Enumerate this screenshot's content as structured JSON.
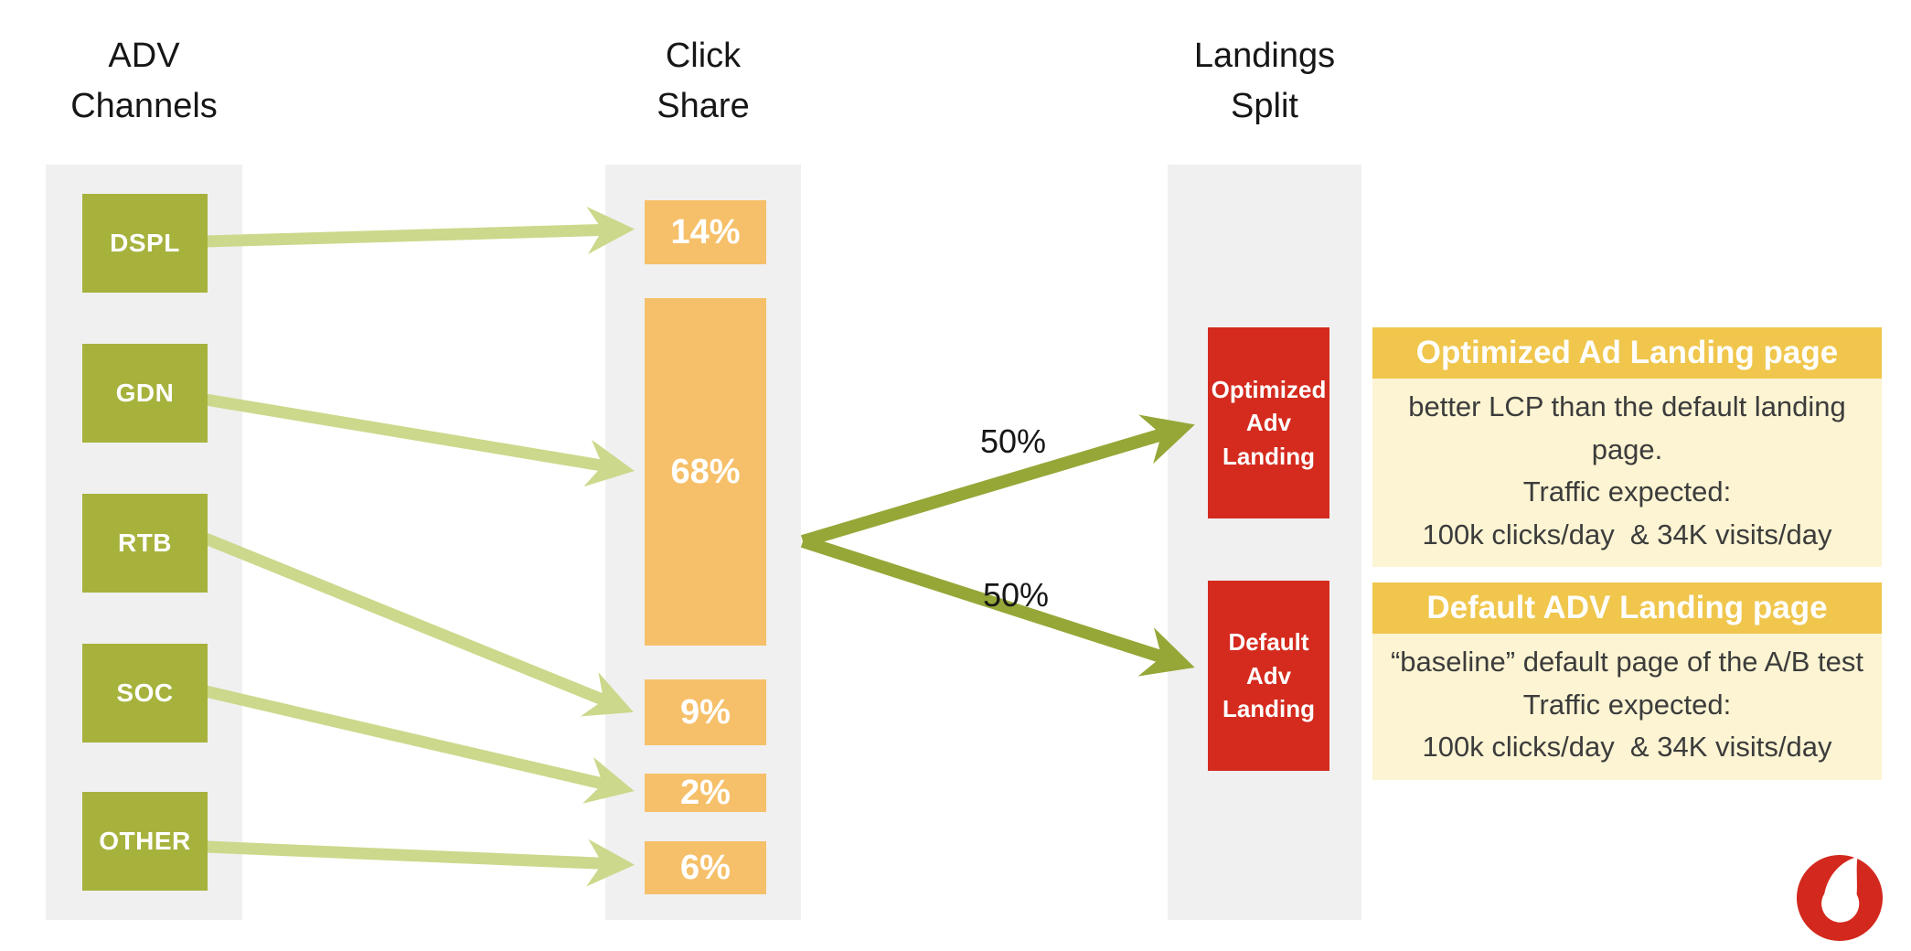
{
  "page": {
    "background": "#ffffff"
  },
  "colors": {
    "channel_green": "#a7b23d",
    "light_arrow_green": "#ccd88b",
    "split_arrow_olive": "#96a737",
    "share_orange": "#f6c06a",
    "landing_red": "#d42b1e",
    "info_title_yellow": "#f0c64d",
    "info_body_yellow": "#fcf4d2",
    "column_grey": "#f0f0f0",
    "logo_red": "#d3281e"
  },
  "headers": {
    "adv_channels": "ADV\nChannels",
    "click_share": "Click\nShare",
    "landings_split": "Landings\nSplit"
  },
  "channels": [
    {
      "label": "DSPL"
    },
    {
      "label": "GDN"
    },
    {
      "label": "RTB"
    },
    {
      "label": "SOC"
    },
    {
      "label": "OTHER"
    }
  ],
  "click_share": [
    {
      "label": "14%"
    },
    {
      "label": "68%"
    },
    {
      "label": "9%"
    },
    {
      "label": "2%"
    },
    {
      "label": "6%"
    }
  ],
  "flows": [
    {
      "from": "DSPL",
      "to": "14%"
    },
    {
      "from": "GDN",
      "to": "68%"
    },
    {
      "from": "RTB",
      "to": "9%"
    },
    {
      "from": "SOC",
      "to": "2%"
    },
    {
      "from": "OTHER",
      "to": "6%"
    }
  ],
  "split": {
    "from": "68%",
    "branches": [
      {
        "label": "50%",
        "to": "Optimized Adv Landing"
      },
      {
        "label": "50%",
        "to": "Default Adv Landing"
      }
    ]
  },
  "landings": [
    {
      "label": "Optimized\nAdv\nLanding"
    },
    {
      "label": "Default\nAdv\nLanding"
    }
  ],
  "info_boxes": [
    {
      "title": "Optimized Ad Landing page",
      "lines": [
        "better LCP than the default landing page.",
        "Traffic expected:",
        "100k clicks/day  & 34K visits/day"
      ]
    },
    {
      "title": "Default ADV Landing page",
      "lines": [
        "“baseline” default page of the A/B test",
        "Traffic expected:",
        "100k clicks/day  & 34K visits/day"
      ]
    }
  ],
  "logo": {
    "name": "vodafone-logo"
  }
}
